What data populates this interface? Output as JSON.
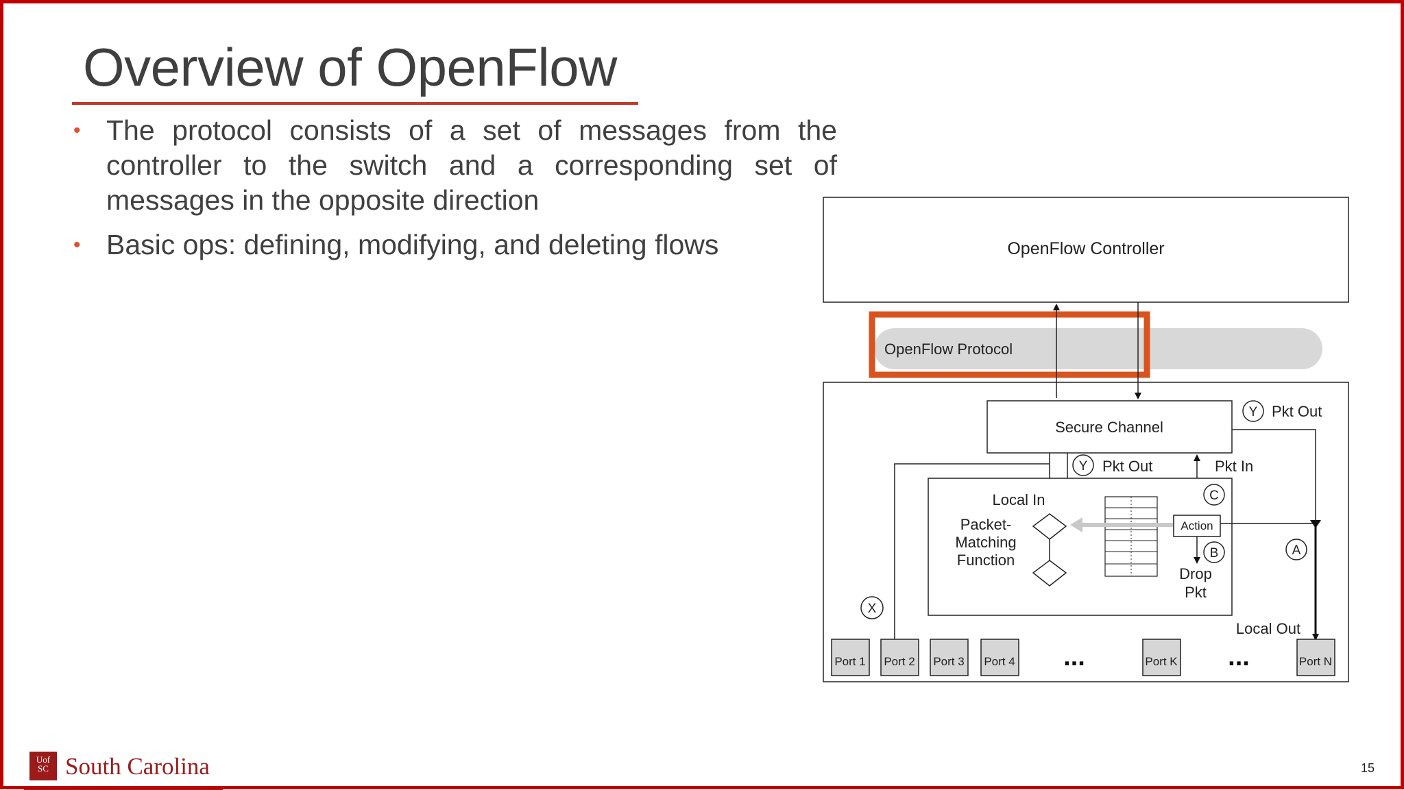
{
  "slide": {
    "title": "Overview of OpenFlow",
    "bullets": [
      "The protocol consists of a set of messages from the controller to the switch and a corresponding set of messages in the opposite direction",
      "Basic ops: defining, modifying, and deleting flows"
    ],
    "page_number": "15"
  },
  "footer": {
    "logo_text": "UofSC",
    "university_name": "South Carolina"
  },
  "diagram": {
    "controller_label": "OpenFlow Controller",
    "protocol_label": "OpenFlow Protocol",
    "secure_channel_label": "Secure Channel",
    "pkt_out_label": "Pkt Out",
    "pkt_in_label": "Pkt In",
    "local_in_label": "Local In",
    "local_out_label": "Local Out",
    "packet_matching_lines": [
      "Packet-",
      "Matching",
      "Function"
    ],
    "action_label": "Action",
    "drop_pkt_lines": [
      "Drop",
      "Pkt"
    ],
    "circle_labels": {
      "x": "X",
      "y": "Y",
      "a": "A",
      "b": "B",
      "c": "C"
    },
    "ports": [
      "Port 1",
      "Port 2",
      "Port 3",
      "Port 4",
      "Port K",
      "Port N"
    ],
    "ellipsis": "..."
  },
  "colors": {
    "frame": "#c00000",
    "highlight": "#d9531e",
    "title": "#3f3f3f",
    "bullet": "#e0502a",
    "brand": "#9b1b1b"
  }
}
